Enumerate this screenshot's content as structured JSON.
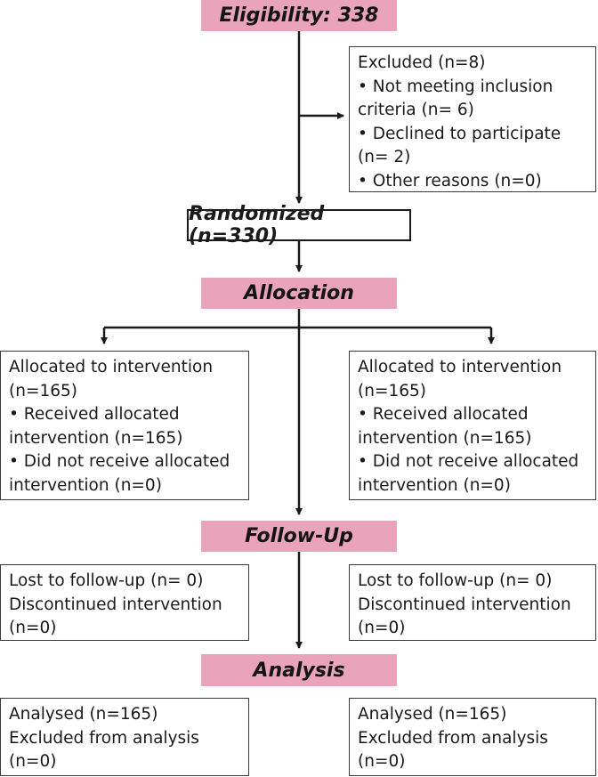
{
  "phases": {
    "eligibility": "Eligibility: 338",
    "allocation": "Allocation",
    "followup": "Follow-Up",
    "analysis": "Analysis"
  },
  "randomized": "Randomized (n=330)",
  "excluded": [
    "Excluded (n=8)",
    "• Not meeting inclusion",
    "criteria (n= 6)",
    "• Declined to participate",
    "(n= 2)",
    "• Other reasons (n=0)"
  ],
  "allocation_left": [
    "Allocated to intervention",
    "(n=165)",
    "• Received allocated",
    "intervention (n=165)",
    "• Did not receive allocated",
    "intervention (n=0)"
  ],
  "allocation_right": [
    "Allocated to intervention",
    "(n=165)",
    "• Received allocated",
    "intervention (n=165)",
    "• Did not receive allocated",
    "intervention (n=0)"
  ],
  "followup_left": [
    "Lost to follow-up (n= 0)",
    "Discontinued intervention",
    "(n=0)"
  ],
  "followup_right": [
    "Lost to follow-up (n= 0)",
    "Discontinued intervention",
    "(n=0)"
  ],
  "analysis_left": [
    "Analysed (n=165)",
    "Excluded from analysis",
    "(n=0)"
  ],
  "analysis_right": [
    "Analysed (n=165)",
    "Excluded from analysis",
    "(n=0)"
  ],
  "colors": {
    "phase_fill": "#e9a3bb",
    "line": "#1a1a1a"
  }
}
